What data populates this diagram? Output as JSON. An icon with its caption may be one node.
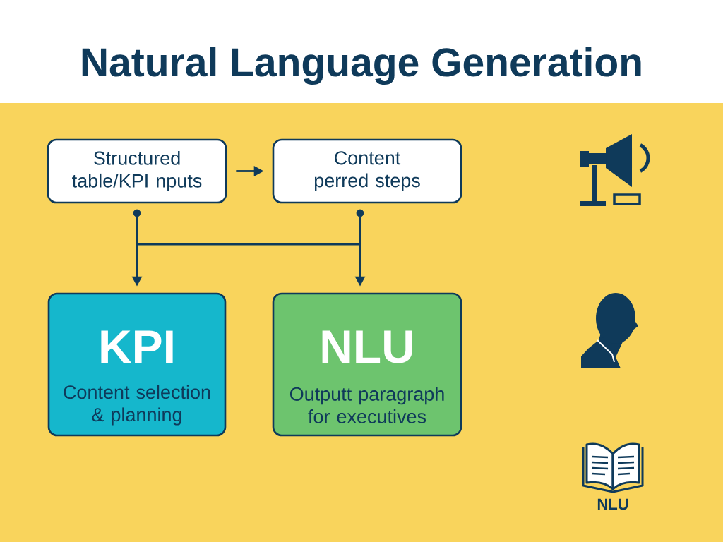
{
  "diagram": {
    "title": "Natural Language Generation",
    "nodes": [
      {
        "text": [
          "Structured table/KPI nputs"
        ]
      },
      {
        "text": [
          "Content perred steps"
        ]
      },
      {
        "text": [],
        "shape": "circle"
      },
      {
        "text": [],
        "shape": "circle"
      },
      {
        "text": [
          "KPI",
          "Content selection & planning"
        ]
      },
      {
        "text": [
          "NLU",
          "Outputt paragraph for executives"
        ]
      }
    ],
    "edges": [
      {
        "from": 0,
        "to": 1,
        "arrow": "to"
      },
      {
        "from": 2,
        "to": 4,
        "arrow": "to"
      },
      {
        "from": 2,
        "to": 5,
        "arrow": "to"
      },
      {
        "from": 3,
        "to": 4,
        "arrow": "to"
      },
      {
        "from": 3,
        "to": 5,
        "arrow": "to"
      }
    ],
    "labels": [
      "NLU"
    ]
  }
}
